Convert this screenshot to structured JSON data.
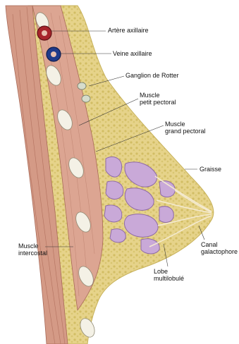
{
  "labels": {
    "arteria": "Artère axillaire",
    "vena": "Veine axillaire",
    "ganglion": "Ganglion de Rotter",
    "petit_pectoral": "Muscle\npetit pectoral",
    "grand_pectoral": "Muscle\ngrand pectoral",
    "graisse": "Graisse",
    "intercostal": "Muscle\nintercostal",
    "canal": "Canal\ngalactophore",
    "lobe": "Lobe\nmultilobulé"
  },
  "colors": {
    "fat": "#e8d78a",
    "fat_spot": "#c9b55d",
    "muscle": "#d49a86",
    "muscle_light": "#e8c0b0",
    "rib": "#f4f1e6",
    "lobule": "#c9a9d8",
    "lobule_edge": "#8e6aa6",
    "artery": "#a7242b",
    "vein": "#1f3a8a",
    "node": "#d6dccb"
  }
}
